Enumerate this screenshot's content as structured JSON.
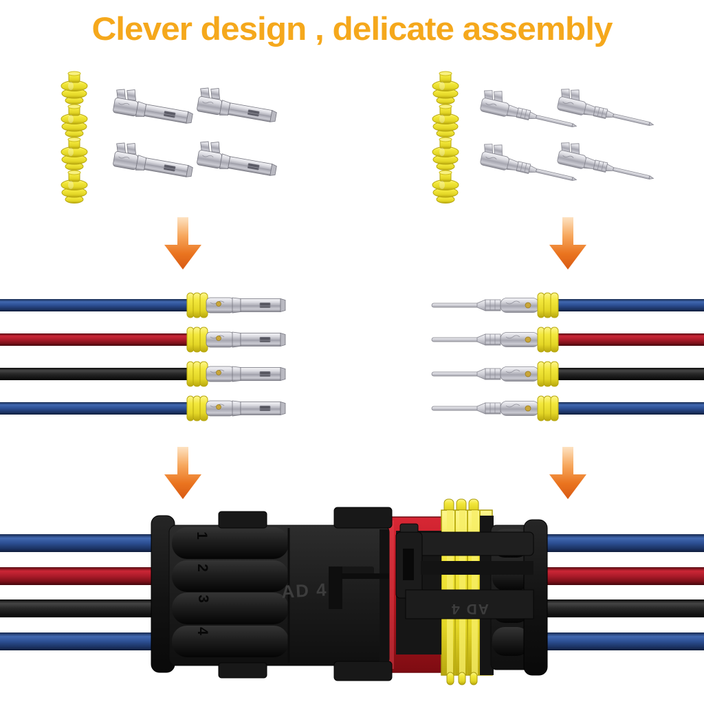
{
  "title": {
    "text": "Clever design , delicate assembly",
    "color": "#F5A81C"
  },
  "assembly": {
    "marking": "AD 4",
    "cavity_numbers": [
      "1",
      "2",
      "3",
      "4"
    ]
  },
  "components": {
    "left_group": {
      "seal": "waterproof rubber seal",
      "terminal": "female crimp terminal",
      "seal_count": 4,
      "terminal_count": 4
    },
    "right_group": {
      "seal": "waterproof rubber seal",
      "terminal": "male pin terminal",
      "seal_count": 4,
      "terminal_count": 4
    },
    "left_wire_colors": [
      "blue",
      "red",
      "black",
      "blue"
    ],
    "right_wire_colors": [
      "blue",
      "red",
      "black",
      "blue"
    ],
    "positions": 4
  },
  "colors": {
    "background": "#FFFFFF",
    "title_orange": "#F5A81C",
    "arrow_light": "#FDE2C2",
    "arrow_dark": "#D85A14",
    "seal_yellow": "#EFE336",
    "wire_blue": "#2F5399",
    "wire_red": "#AB1B29",
    "wire_black": "#1E1E1E",
    "terminal_silver": "#C6C6CE",
    "housing_black": "#1C1C1C",
    "retainer_red": "#BF1722",
    "gold_dot": "#C9A63A"
  }
}
